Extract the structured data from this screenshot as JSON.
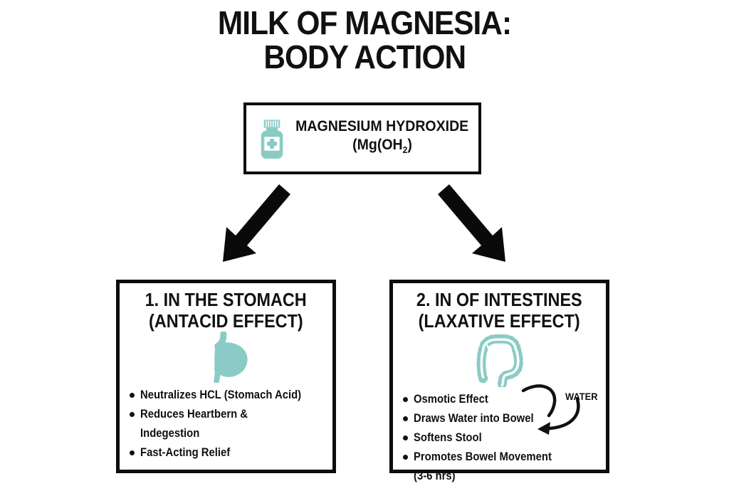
{
  "title": {
    "line1": "MILK OF MAGNESIA:",
    "line2": "BODY ACTION"
  },
  "source_box": {
    "icon": "medicine-bottle-icon",
    "name": "MAGNESIUM HYDROXIDE",
    "formula_pre": "(Mg(OH",
    "formula_sub": "2",
    "formula_post": ")"
  },
  "stomach_box": {
    "heading_line1": "1. IN THE STOMACH",
    "heading_line2": "(ANTACID EFFECT)",
    "icon": "stomach-icon",
    "bullets": [
      "Neutralizes HCL (Stomach Acid)",
      "Reduces Heartbern &\nIndegestion",
      "Fast-Acting Relief"
    ]
  },
  "intestines_box": {
    "heading_line1": "2. IN OF INTESTINES",
    "heading_line2": "(LAXATIVE EFFECT)",
    "icon": "intestines-icon",
    "bullets": [
      "Osmotic Effect",
      "Draws Water into Bowel",
      "Softens Stool",
      "Promotes Bowel Movement\n(3-6 hrs)"
    ],
    "water_label": "WATER"
  },
  "colors": {
    "teal": "#8ACCC5",
    "ink": "#0d0d0d",
    "background": "#ffffff"
  }
}
